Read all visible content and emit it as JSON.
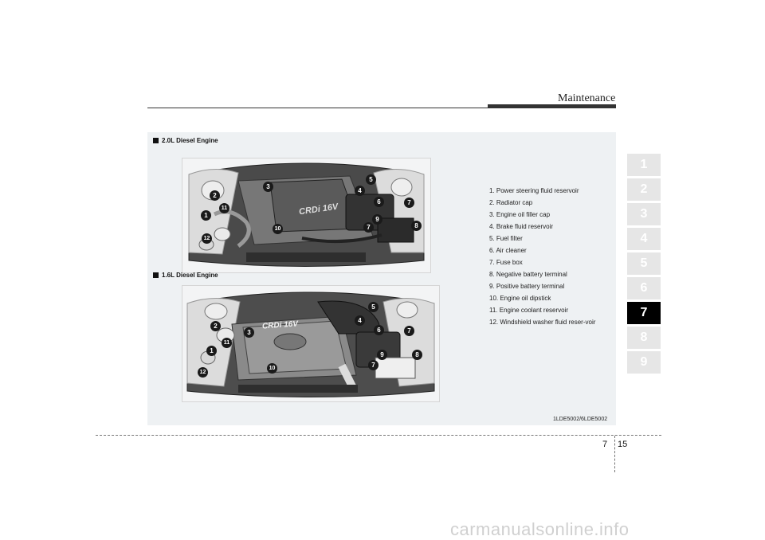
{
  "header": {
    "title": "Maintenance"
  },
  "figure": {
    "section_2_0": "2.0L Diesel Engine",
    "section_1_6": "1.6L Diesel Engine",
    "callouts_2_0": [
      "1",
      "2",
      "3",
      "4",
      "5",
      "6",
      "7",
      "7",
      "8",
      "9",
      "10",
      "11",
      "12"
    ],
    "callouts_1_6": [
      "1",
      "2",
      "3",
      "4",
      "5",
      "6",
      "7",
      "7",
      "8",
      "9",
      "10",
      "11",
      "12"
    ],
    "engine_cover_text_2_0": "CRDi 16V",
    "engine_cover_text_1_6": "CRDi 16V",
    "legend": [
      "1. Power steering fluid reservoir",
      "2. Radiator cap",
      "3. Engine oil filler cap",
      "4. Brake fluid reservoir",
      "5. Fuel filter",
      "6. Air cleaner",
      "7. Fuse box",
      "8. Negative battery terminal",
      "9. Positive battery terminal",
      "10. Engine oil dipstick",
      "11. Engine coolant reservoir",
      "12. Windshield washer fluid reser-voir"
    ],
    "caption": "1LDE5002/6LDE5002"
  },
  "chapter_tabs": [
    "1",
    "2",
    "3",
    "4",
    "5",
    "6",
    "7",
    "8",
    "9"
  ],
  "active_chapter": "7",
  "footer": {
    "chapter": "7",
    "page": "15"
  },
  "watermark": "carmanualsonline.info",
  "colors": {
    "active_tab": "#000000",
    "inactive_tab": "#e6e6e6",
    "panel_bg": "#eef1f3"
  }
}
